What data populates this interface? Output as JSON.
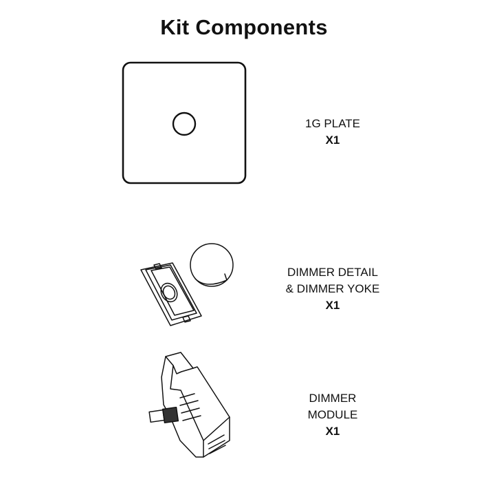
{
  "title": "Kit Components",
  "components": [
    {
      "name_lines": [
        "1G PLATE"
      ],
      "quantity": "X1"
    },
    {
      "name_lines": [
        "DIMMER DETAIL",
        "& DIMMER YOKE"
      ],
      "quantity": "X1"
    },
    {
      "name_lines": [
        "DIMMER",
        "MODULE"
      ],
      "quantity": "X1"
    }
  ]
}
